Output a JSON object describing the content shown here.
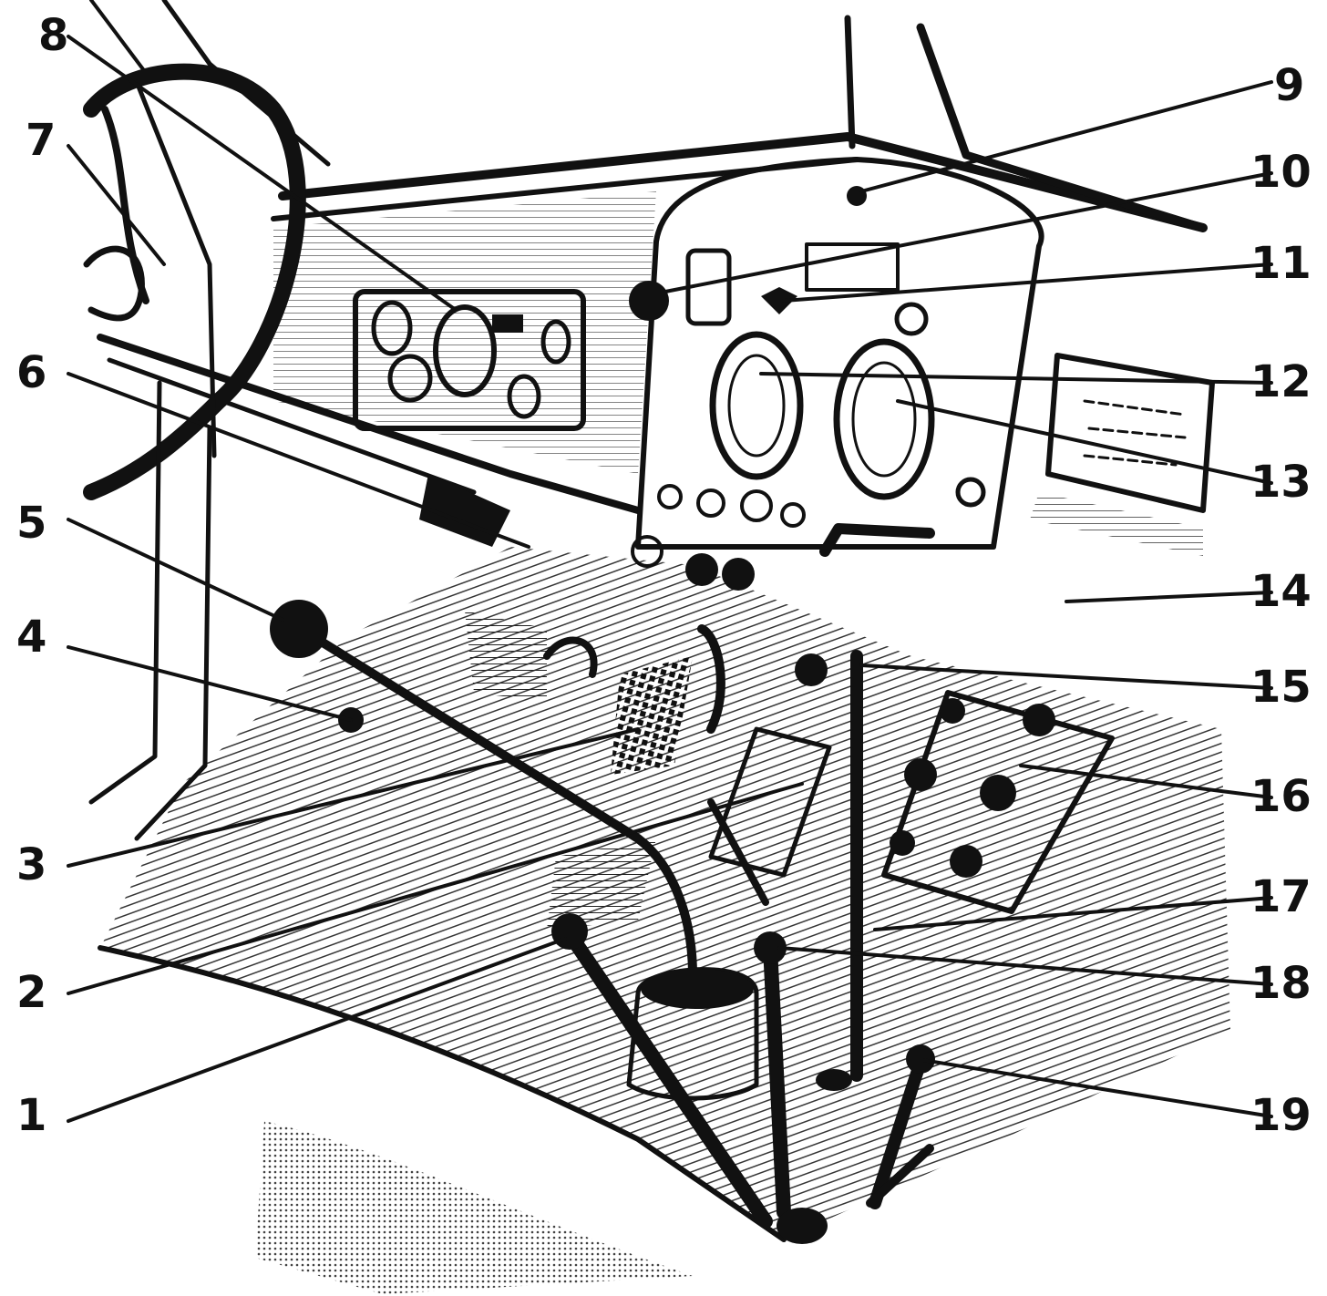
{
  "callouts": [
    {
      "label": "1"
    },
    {
      "label": "2"
    },
    {
      "label": "3"
    },
    {
      "label": "4"
    },
    {
      "label": "5"
    },
    {
      "label": "6"
    },
    {
      "label": "7"
    },
    {
      "label": "8"
    },
    {
      "label": "9"
    },
    {
      "label": "10"
    },
    {
      "label": "11"
    },
    {
      "label": "12"
    },
    {
      "label": "13"
    },
    {
      "label": "14"
    },
    {
      "label": "15"
    },
    {
      "label": "16"
    },
    {
      "label": "17"
    },
    {
      "label": "18"
    },
    {
      "label": "19"
    }
  ],
  "colors": {
    "ink": "#111111",
    "paper": "#ffffff"
  }
}
